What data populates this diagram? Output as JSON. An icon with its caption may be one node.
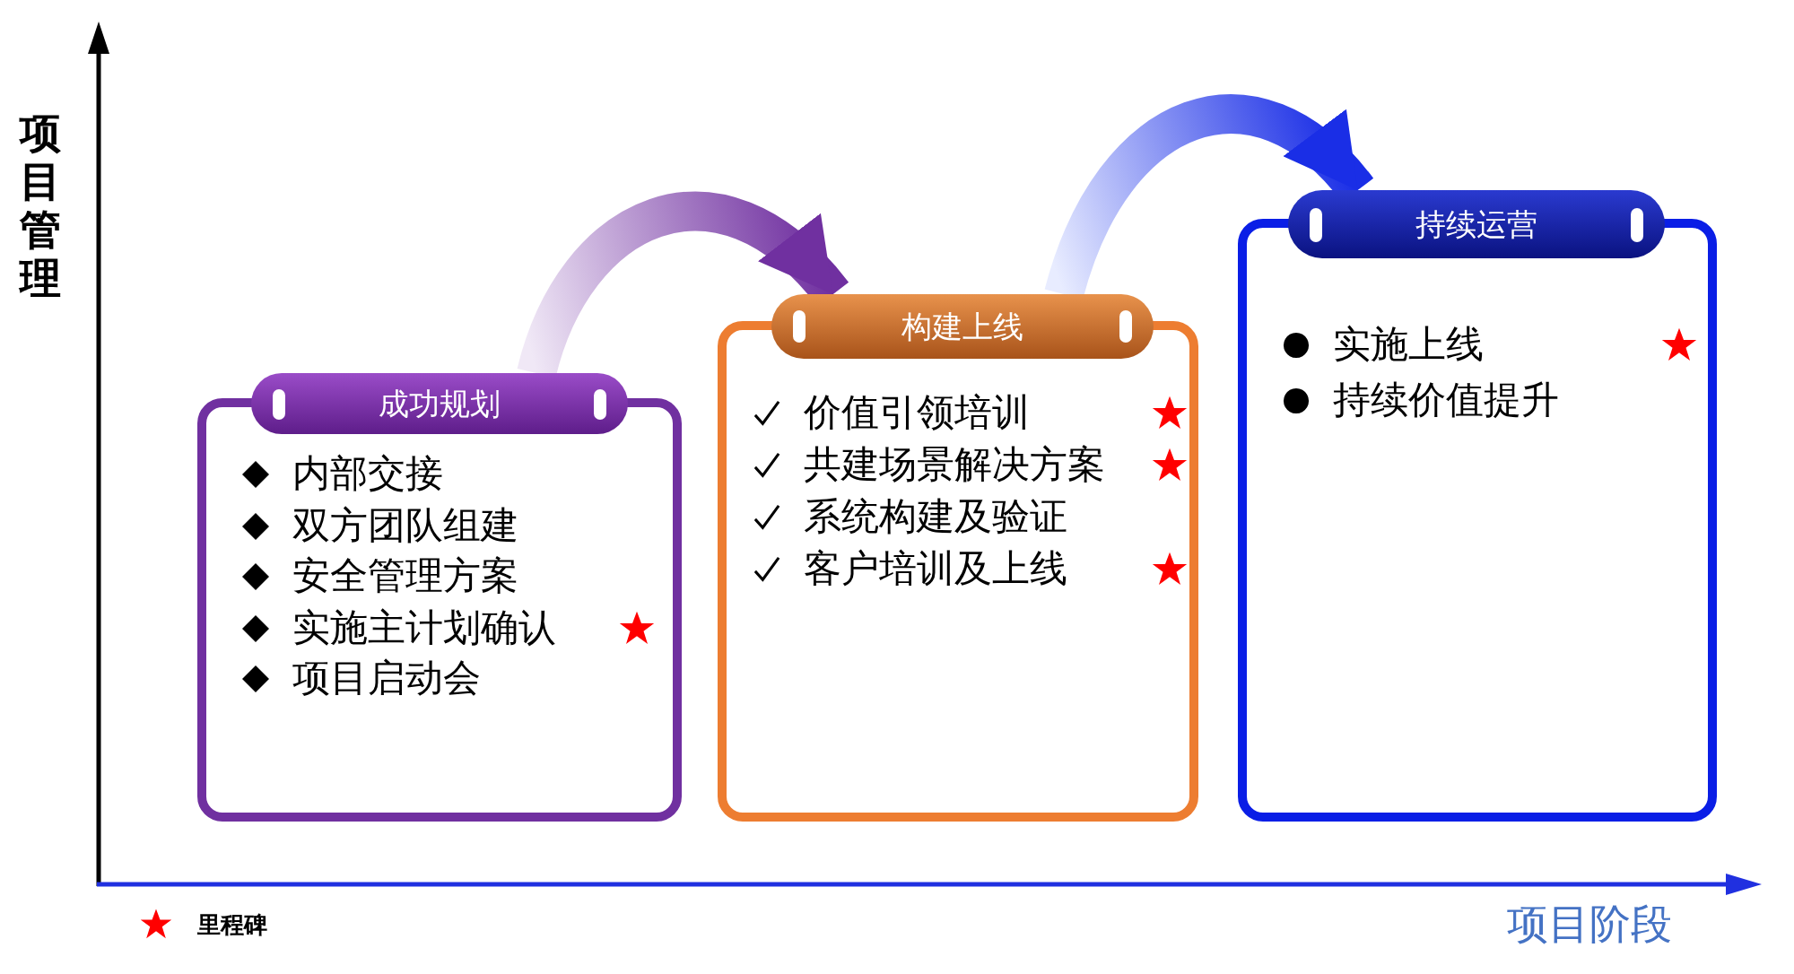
{
  "diagram": {
    "nodes": [
      {
        "text": [
          "成功规划",
          "内部交接",
          "双方团队组建",
          "安全管理方案",
          "实施主计划确认",
          "项目启动会"
        ]
      },
      {
        "text": [
          "构建上线",
          "价值引领培训",
          "共建场景解决方案",
          "系统构建及验证",
          "客户培训及上线"
        ]
      },
      {
        "text": [
          "持续运营",
          "实施上线",
          "持续价值提升"
        ]
      }
    ],
    "edges": [
      {
        "from": 0,
        "to": 1,
        "arrow": "to"
      },
      {
        "from": 1,
        "to": 2,
        "arrow": "to"
      }
    ],
    "labels": [
      "项目管理",
      "项目阶段"
    ],
    "legend": [
      {
        "text": "里程碑"
      }
    ]
  }
}
